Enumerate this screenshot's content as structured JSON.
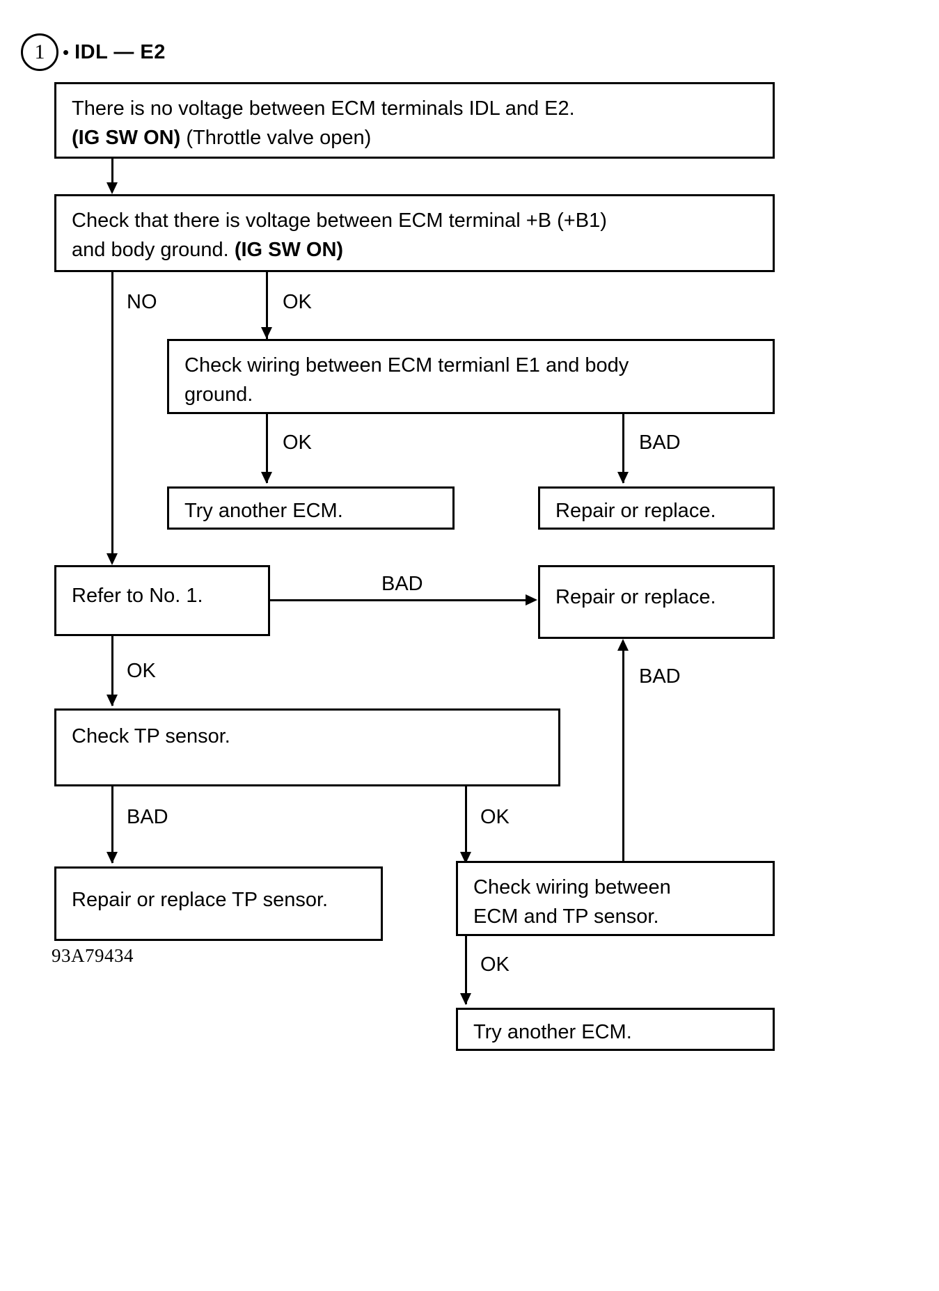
{
  "header": {
    "step_number": "1",
    "bullet": "•",
    "title": "IDL — E2"
  },
  "figure_code": "93A79434",
  "nodes": {
    "n1": {
      "line1": "There is no voltage between ECM terminals IDL and E2.",
      "line2_bold": "(IG SW ON)",
      "line2_rest": " (Throttle valve open)"
    },
    "n2": {
      "line1": "Check that there is voltage between ECM terminal +B (+B1)",
      "line2_rest": "and body ground. ",
      "line2_bold": "(IG SW ON)"
    },
    "n3": {
      "line1": "Check wiring between ECM termianl E1 and body",
      "line2": "ground."
    },
    "n4": {
      "line1": "Try another ECM."
    },
    "n5": {
      "line1": "Repair or replace."
    },
    "n6": {
      "line1": "Refer to No. 1."
    },
    "n7": {
      "line1": "Repair or replace."
    },
    "n8": {
      "line1": "Check TP sensor."
    },
    "n9": {
      "line1": "Repair or replace TP sensor."
    },
    "n10": {
      "line1": "Check wiring between",
      "line2": "ECM and TP sensor."
    },
    "n11": {
      "line1": "Try another ECM."
    }
  },
  "edges": {
    "e_no": "NO",
    "e_ok_1": "OK",
    "e_ok_2": "OK",
    "e_bad_1": "BAD",
    "e_bad_2": "BAD",
    "e_ok_3": "OK",
    "e_bad_3": "BAD",
    "e_bad_4": "BAD",
    "e_ok_4": "OK",
    "e_ok_5": "OK"
  }
}
